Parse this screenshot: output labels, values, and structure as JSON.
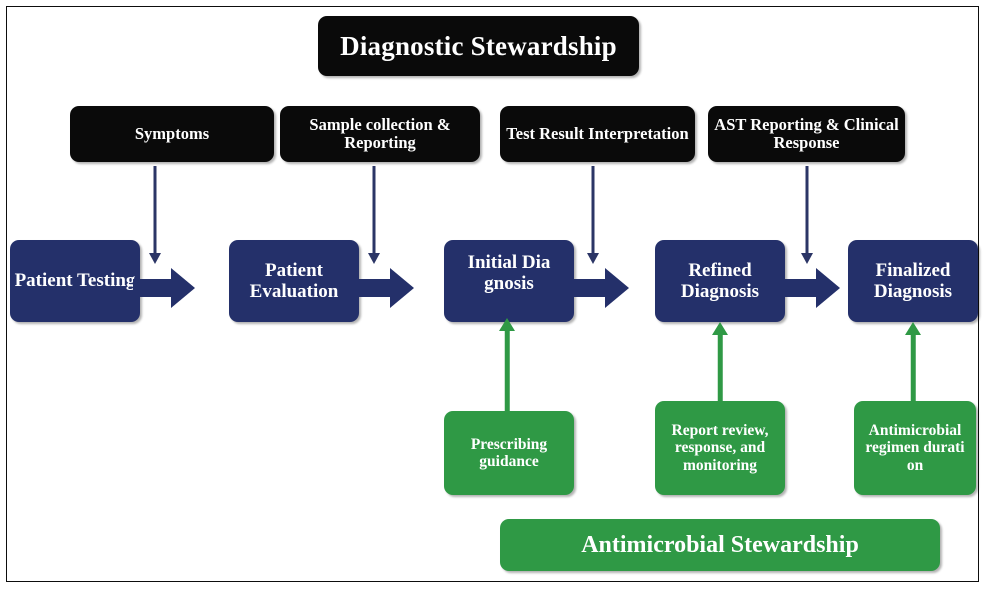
{
  "diagram": {
    "title_banner": {
      "label": "Diagnostic Stewardship",
      "color": "#0a0a0a"
    },
    "bottom_banner": {
      "label": "Antimicrobial Stewardship",
      "color": "#2f9945"
    },
    "colors": {
      "black": "#0a0a0a",
      "navy": "#24306a",
      "navy_arrow": "#2b3566",
      "green": "#2f9945",
      "frame": "#0d0d0d",
      "text": "#ffffff"
    },
    "diagnostic_inputs": [
      {
        "label": "Symptoms"
      },
      {
        "label": "Sample collection & Reporting"
      },
      {
        "label": "Test Result Interpretation"
      },
      {
        "label": "AST Reporting & Clinical Response"
      }
    ],
    "pathway_stages": [
      {
        "label": "Patient Testing"
      },
      {
        "label": "Patient Evaluation"
      },
      {
        "label": "Initial Diagnosis"
      },
      {
        "label": "Refined Diagnosis"
      },
      {
        "label": "Finalized Diagnosis"
      }
    ],
    "stewardship_actions": [
      {
        "label": "Prescribing guidance"
      },
      {
        "label": "Report review, response, and monitoring"
      },
      {
        "label": "Antimicrobial regimen duration"
      }
    ]
  }
}
